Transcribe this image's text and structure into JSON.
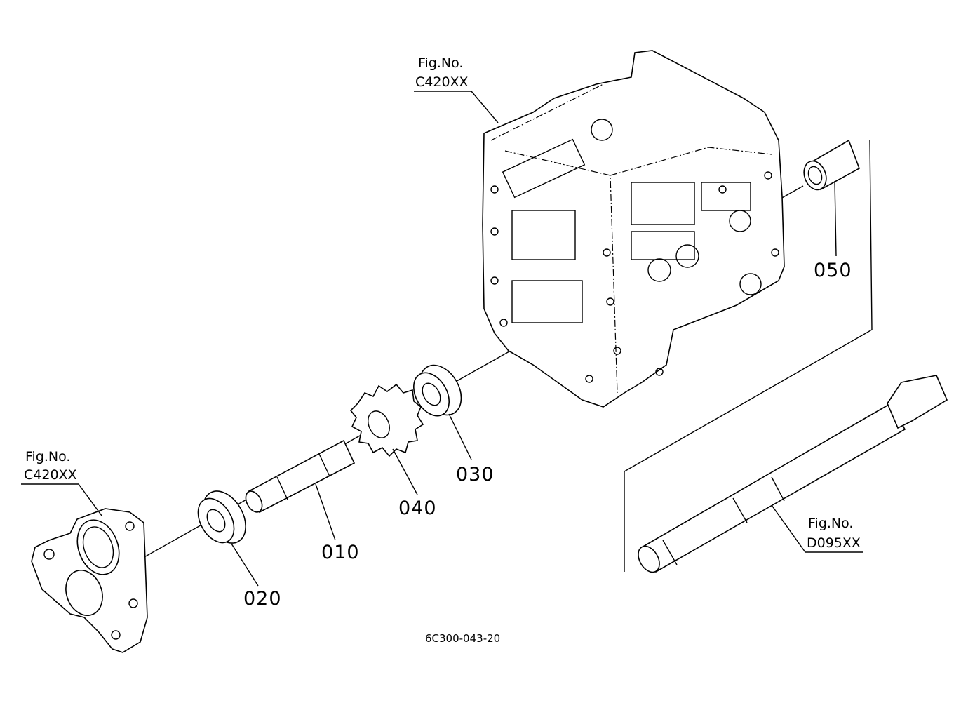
{
  "parts": {
    "p010": "010",
    "p020": "020",
    "p030": "030",
    "p040": "040",
    "p050": "050"
  },
  "refs": {
    "top": {
      "fig": "Fig.No.",
      "code": "C420XX"
    },
    "left": {
      "fig": "Fig.No.",
      "code": "C420XX"
    },
    "shaft": {
      "fig": "Fig.No.",
      "code": "D095XX"
    }
  },
  "drawing_code": "6C300-043-20"
}
